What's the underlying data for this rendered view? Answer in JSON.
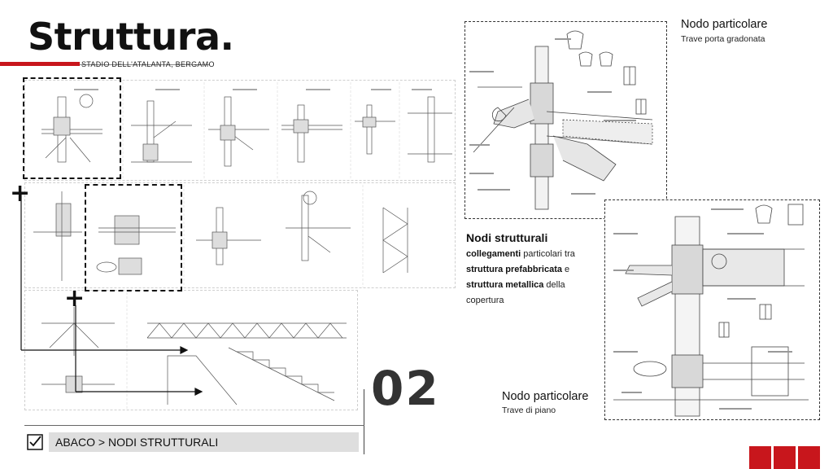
{
  "header": {
    "title": "Struttura.",
    "subtitle": "STADIO DELL'ATALANTA, BERGAMO"
  },
  "detail_top": {
    "title": "Nodo particolare",
    "subtitle": "Trave porta gradonata"
  },
  "detail_bottom": {
    "title": "Nodo particolare",
    "subtitle": "Trave di piano"
  },
  "description": {
    "heading": "Nodi strutturali",
    "part1": "collegamenti",
    "part2": " particolari tra ",
    "part3": "struttura prefabbricata",
    "part4": " e ",
    "part5": "struttura metallica",
    "part6": " della copertura"
  },
  "section_number": "02",
  "breadcrumb": "ABACO > NODI STRUTTURALI",
  "colors": {
    "accent": "#c8161c",
    "breadcrumb_bg": "#dedede"
  },
  "icons": {
    "checkbox": "checkbox-checked-icon",
    "plus": "plus-icon"
  }
}
